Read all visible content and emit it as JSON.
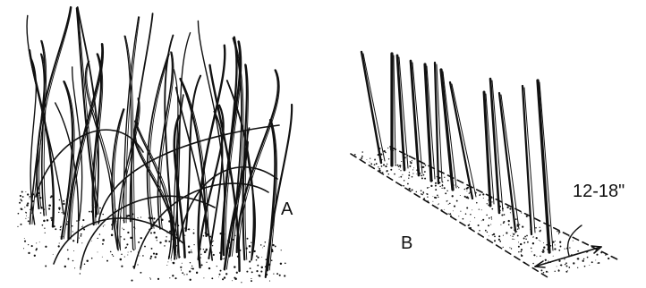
{
  "labels": {
    "a": "A",
    "b": "B",
    "row_width": "12-18\""
  },
  "colors": {
    "ink": "#111111",
    "background": "#ffffff"
  }
}
